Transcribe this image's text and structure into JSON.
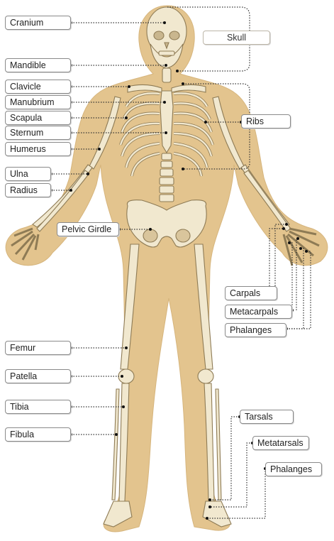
{
  "labels": {
    "cranium": "Cranium",
    "skull": "Skull",
    "mandible": "Mandible",
    "clavicle": "Clavicle",
    "manubrium": "Manubrium",
    "scapula": "Scapula",
    "sternum": "Sternum",
    "ribs": "Ribs",
    "humerus": "Humerus",
    "ulna": "Ulna",
    "radius": "Radius",
    "pelvic_girdle": "Pelvic Girdle",
    "carpals": "Carpals",
    "metacarpals": "Metacarpals",
    "phalanges_hand": "Phalanges",
    "femur": "Femur",
    "patella": "Patella",
    "tibia": "Tibia",
    "fibula": "Fibula",
    "tarsals": "Tarsals",
    "metatarsals": "Metatarsals",
    "phalanges_foot": "Phalanges"
  },
  "colors": {
    "body_silhouette": "#e3c48e",
    "bone_fill": "#f1e8cf",
    "bone_outline": "#8e7b55",
    "leader_line": "#333333"
  }
}
